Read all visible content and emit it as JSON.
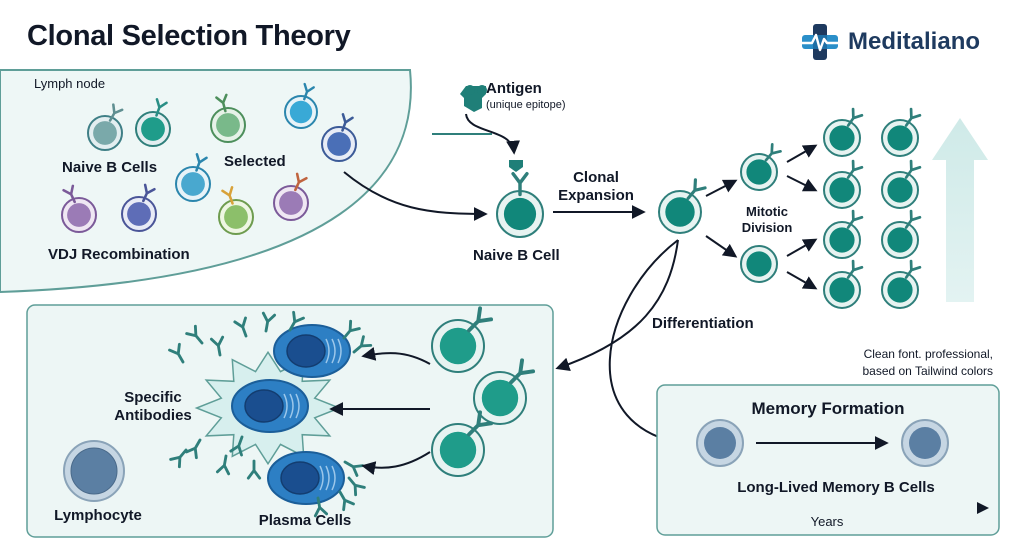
{
  "title": "Clonal Selection Theory",
  "brand": {
    "name": "Meditaliano",
    "icon": "medical-cross-heartbeat-icon"
  },
  "colors": {
    "teal_border": "#2f7f7b",
    "teal_fill": "#1f9c8a",
    "teal_nucleus": "#11877a",
    "blue_nucleus": "#1e5fa8",
    "panel_bg": "#edf6f5",
    "memory_nucleus": "#5b7fa3"
  },
  "lymph_node": {
    "label": "Lymph node",
    "naive_label": "Naive B Cells",
    "selected_label": "Selected",
    "vdj_label": "VDJ Recombination"
  },
  "antigen": {
    "label": "Antigen",
    "sublabel": "(unique epitope)"
  },
  "naive_cell_label": "Naive B Cell",
  "clonal_expansion": {
    "line1": "Clonal",
    "line2": "Expansion"
  },
  "mitotic_division": {
    "line1": "Mitotic",
    "line2": "Division"
  },
  "differentiation_label": "Differentiation",
  "note": {
    "line1": "Clean font. professional,",
    "line2": "based on Tailwind colors"
  },
  "plasma_panel": {
    "antibodies_line1": "Specific",
    "antibodies_line2": "Antibodies",
    "plasma_label": "Plasma Cells",
    "lymphocyte_label": "Lymphocyte"
  },
  "memory_panel": {
    "title": "Memory Formation",
    "cells_label": "Long-Lived Memory B Cells",
    "axis_label": "Years"
  }
}
